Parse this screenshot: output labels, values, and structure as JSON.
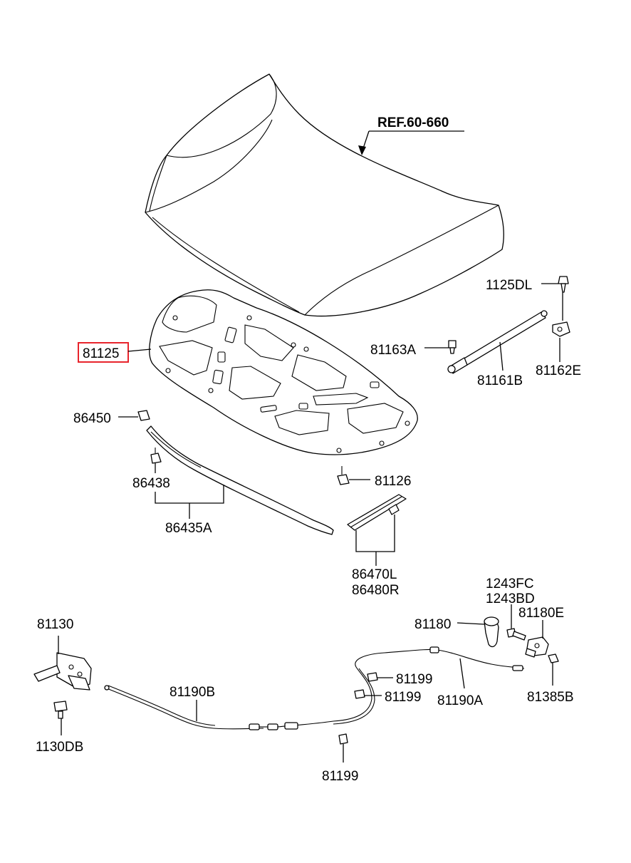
{
  "labels": {
    "ref": "REF.60-660",
    "p1125DL": "1125DL",
    "p81125": "81125",
    "p81163A": "81163A",
    "p81161B": "81161B",
    "p81162E": "81162E",
    "p86450": "86450",
    "p86438": "86438",
    "p81126": "81126",
    "p86435A": "86435A",
    "p86470L": "86470L",
    "p86480R": "86480R",
    "p1243FC": "1243FC",
    "p1243BD": "1243BD",
    "p81130": "81130",
    "p81180": "81180",
    "p81180E": "81180E",
    "p81190B": "81190B",
    "p81199a": "81199",
    "p81199b": "81199",
    "p81190A": "81190A",
    "p81385B": "81385B",
    "p1130DB": "1130DB",
    "p81199c": "81199"
  },
  "highlight": {
    "part": "81125",
    "color": "#e8242c"
  }
}
